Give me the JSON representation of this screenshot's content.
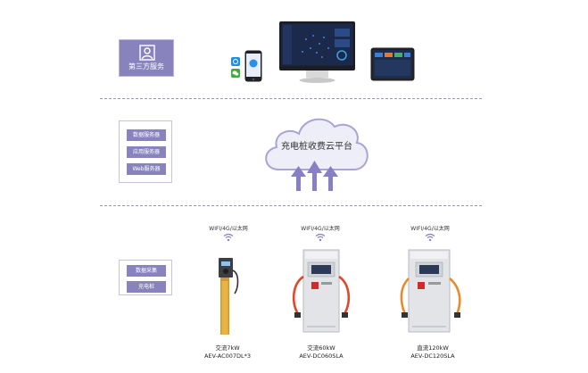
{
  "third_party": {
    "label": "第三方服务"
  },
  "servers": [
    {
      "label": "数据服务器"
    },
    {
      "label": "应用服务器"
    },
    {
      "label": "Web服务器"
    }
  ],
  "cloud": {
    "label": "充电桩收费云平台"
  },
  "device_layer": [
    {
      "label": "数据采集"
    },
    {
      "label": "充电桩"
    }
  ],
  "network_label": "WIFI/4G/以太网",
  "chargers": [
    {
      "name": "交流7kW",
      "model": "AEV-AC007DL*3"
    },
    {
      "name": "交流60kW",
      "model": "AEV-DC060SLA"
    },
    {
      "name": "直流120kW",
      "model": "AEV-DC120SLA"
    }
  ],
  "colors": {
    "accent": "#8983bd",
    "divider": "#9b93c4",
    "cloud_fill": "#eeeef8",
    "arrow": "#8780c4"
  }
}
